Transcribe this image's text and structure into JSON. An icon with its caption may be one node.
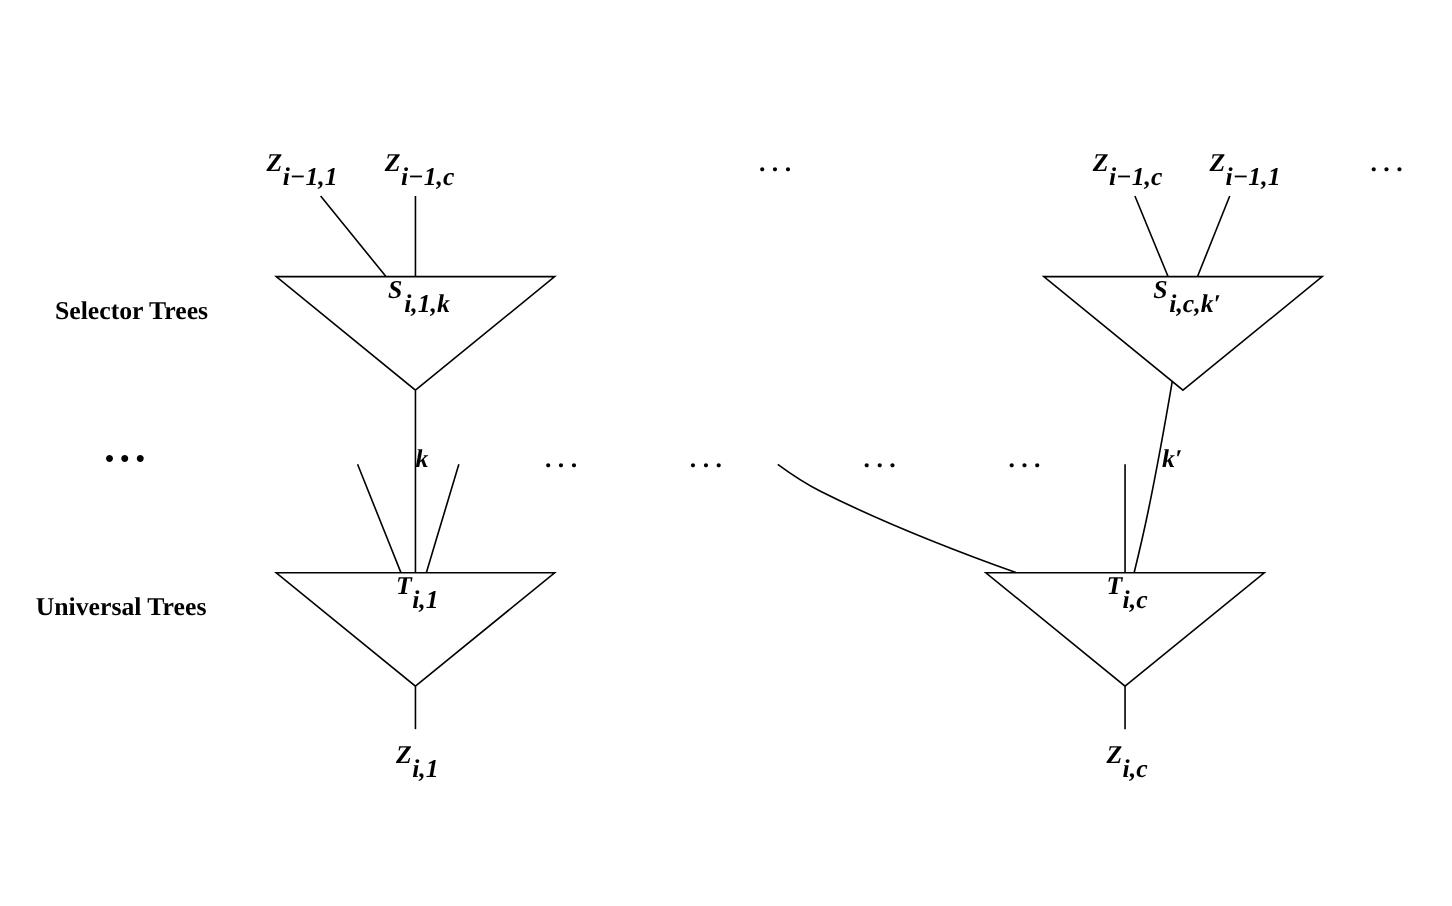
{
  "diagram": {
    "nodes": [
      {
        "text": [
          "Z$_{i−1,1}$"
        ]
      },
      {
        "text": [
          "Z$_{i−1,c}$"
        ]
      },
      {
        "text": [
          "S$_{i,1,k}$"
        ]
      },
      {
        "text": [
          "T$_{i,1}$"
        ]
      },
      {
        "text": [
          "Z$_{i,1}$"
        ]
      },
      {
        "text": [
          "Z$_{i−1,1}$"
        ]
      },
      {
        "text": [
          "Z$_{i−1,c}$"
        ]
      },
      {
        "text": [
          "S$_{i,c,k′}$"
        ]
      },
      {
        "text": [
          "T$_{i,c}$"
        ]
      },
      {
        "text": [
          "Z$_{i,c}$"
        ]
      }
    ],
    "edges": [
      {
        "from": 0,
        "to": 2,
        "arrow": "none"
      },
      {
        "from": 1,
        "to": 2,
        "arrow": "none"
      },
      {
        "from": 2,
        "to": 3,
        "arrow": "none",
        "label": "k"
      },
      {
        "from": null,
        "to": 3,
        "arrow": "none"
      },
      {
        "from": null,
        "to": 3,
        "arrow": "none"
      },
      {
        "from": 3,
        "to": 4,
        "arrow": "none"
      },
      {
        "from": 5,
        "to": 7,
        "arrow": "none"
      },
      {
        "from": 6,
        "to": 7,
        "arrow": "none"
      },
      {
        "from": 7,
        "to": 8,
        "arrow": "none",
        "label": "k′"
      },
      {
        "from": null,
        "to": 8,
        "arrow": "none"
      },
      {
        "from": null,
        "to": 8,
        "arrow": "none"
      },
      {
        "from": 8,
        "to": 9,
        "arrow": "none"
      }
    ],
    "labels": [
      ". . .",
      ". . .",
      "Selector Trees",
      "• • •",
      ". . .",
      ". . .",
      ". . .",
      ". . .",
      "Universal Trees"
    ]
  }
}
